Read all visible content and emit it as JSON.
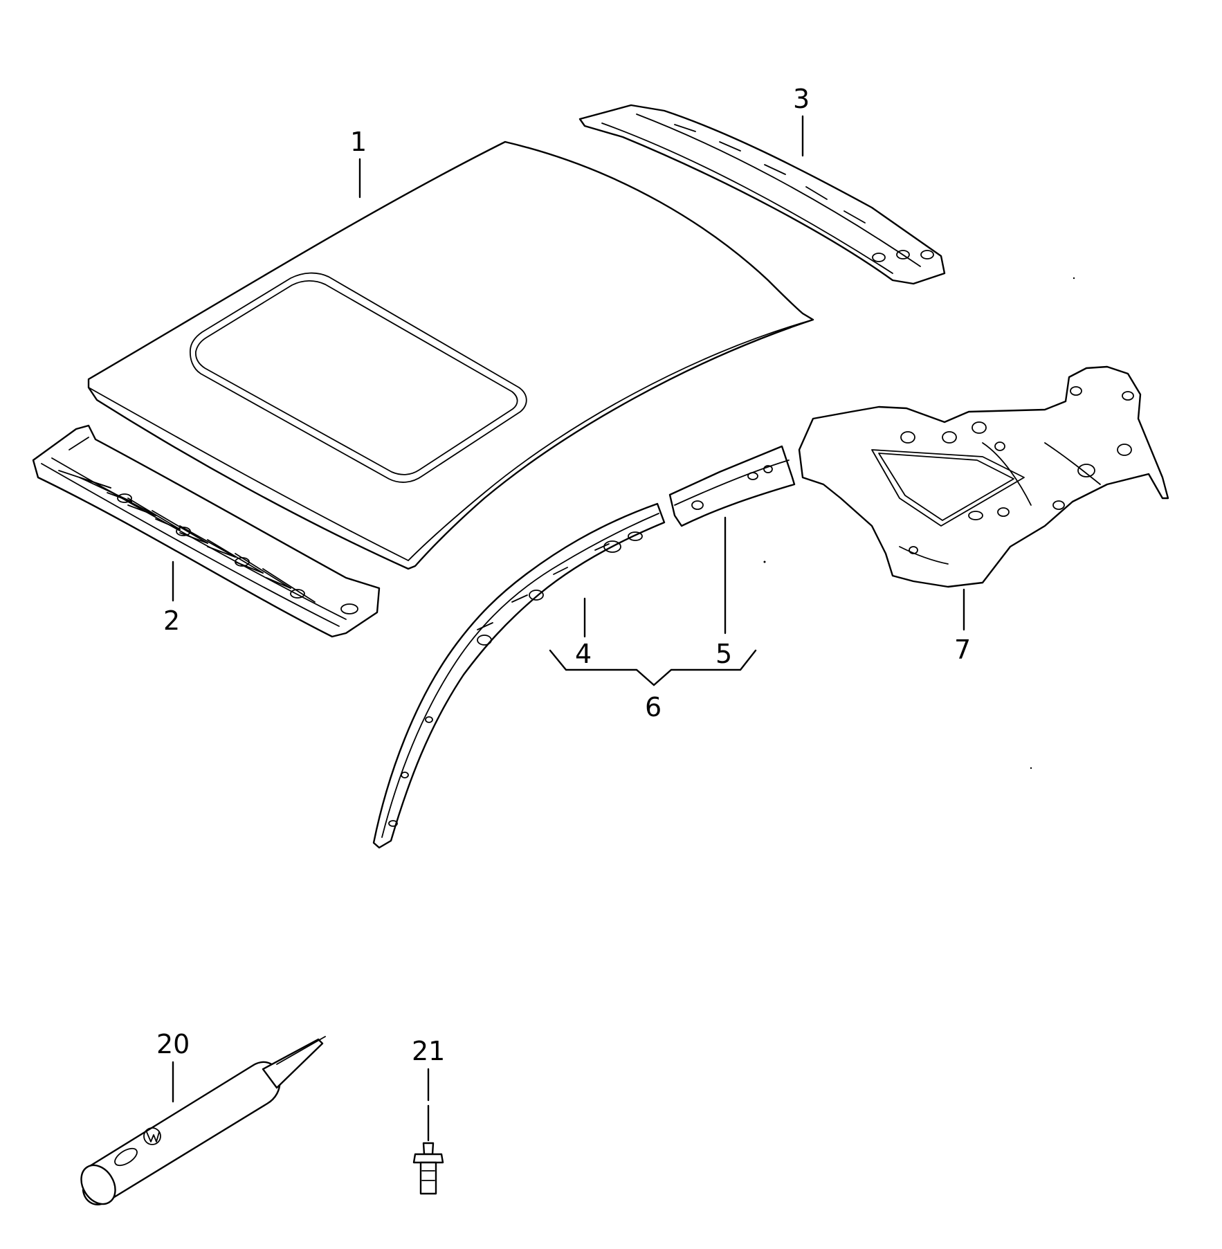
{
  "callouts": {
    "c1": "1",
    "c2": "2",
    "c3": "3",
    "c4": "4",
    "c5": "5",
    "c6": "6",
    "c7": "7",
    "c20": "20",
    "c21": "21"
  },
  "colors": {
    "line": "#000000",
    "background": "#ffffff"
  }
}
